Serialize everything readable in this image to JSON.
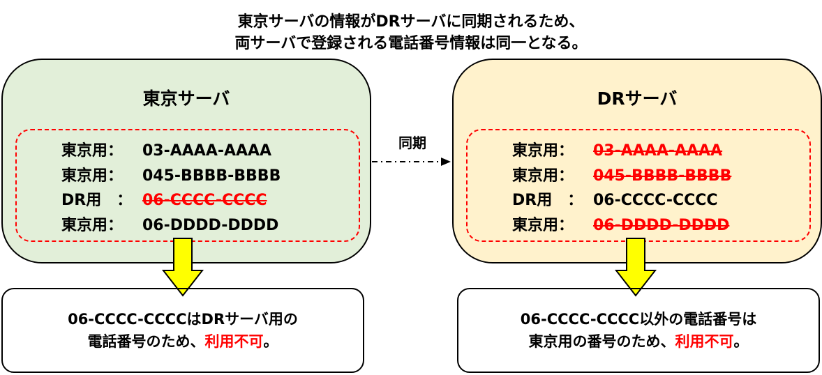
{
  "caption": {
    "line1": "東京サーバの情報がDRサーバに同期されるため、",
    "line2": "両サーバで登録される電話番号情報は同一となる。"
  },
  "servers": [
    {
      "title": "東京サーバ",
      "fill": "#e2efd9",
      "rows": [
        {
          "label": "東京用：",
          "value": "03-AAAA-AAAA",
          "struck": false
        },
        {
          "label": "東京用：",
          "value": "045-BBBB-BBBB",
          "struck": false
        },
        {
          "label": "DR用　：",
          "value": "06-CCCC-CCCC",
          "struck": true
        },
        {
          "label": "東京用：",
          "value": "06-DDDD-DDDD",
          "struck": false
        }
      ]
    },
    {
      "title": "DRサーバ",
      "fill": "#fff2cc",
      "rows": [
        {
          "label": "東京用：",
          "value": "03-AAAA-AAAA",
          "struck": true
        },
        {
          "label": "東京用：",
          "value": "045-BBBB-BBBB",
          "struck": true
        },
        {
          "label": "DR用　：",
          "value": "06-CCCC-CCCC",
          "struck": false
        },
        {
          "label": "東京用：",
          "value": "06-DDDD-DDDD",
          "struck": true
        }
      ]
    }
  ],
  "sync_label": "同期",
  "notes": [
    {
      "line1": "06-CCCC-CCCCはDRサーバ用の",
      "line2_prefix": "電話番号のため、",
      "line2_emph": "利用不可",
      "line2_suffix": "。"
    },
    {
      "line1": "06-CCCC-CCCC以外の電話番号は",
      "line2_prefix": "東京用の番号のため、",
      "line2_emph": "利用不可",
      "line2_suffix": "。"
    }
  ],
  "colors": {
    "arrow_fill": "#ffff00",
    "strike": "#ff0000",
    "dashed_border": "#ff0000"
  }
}
